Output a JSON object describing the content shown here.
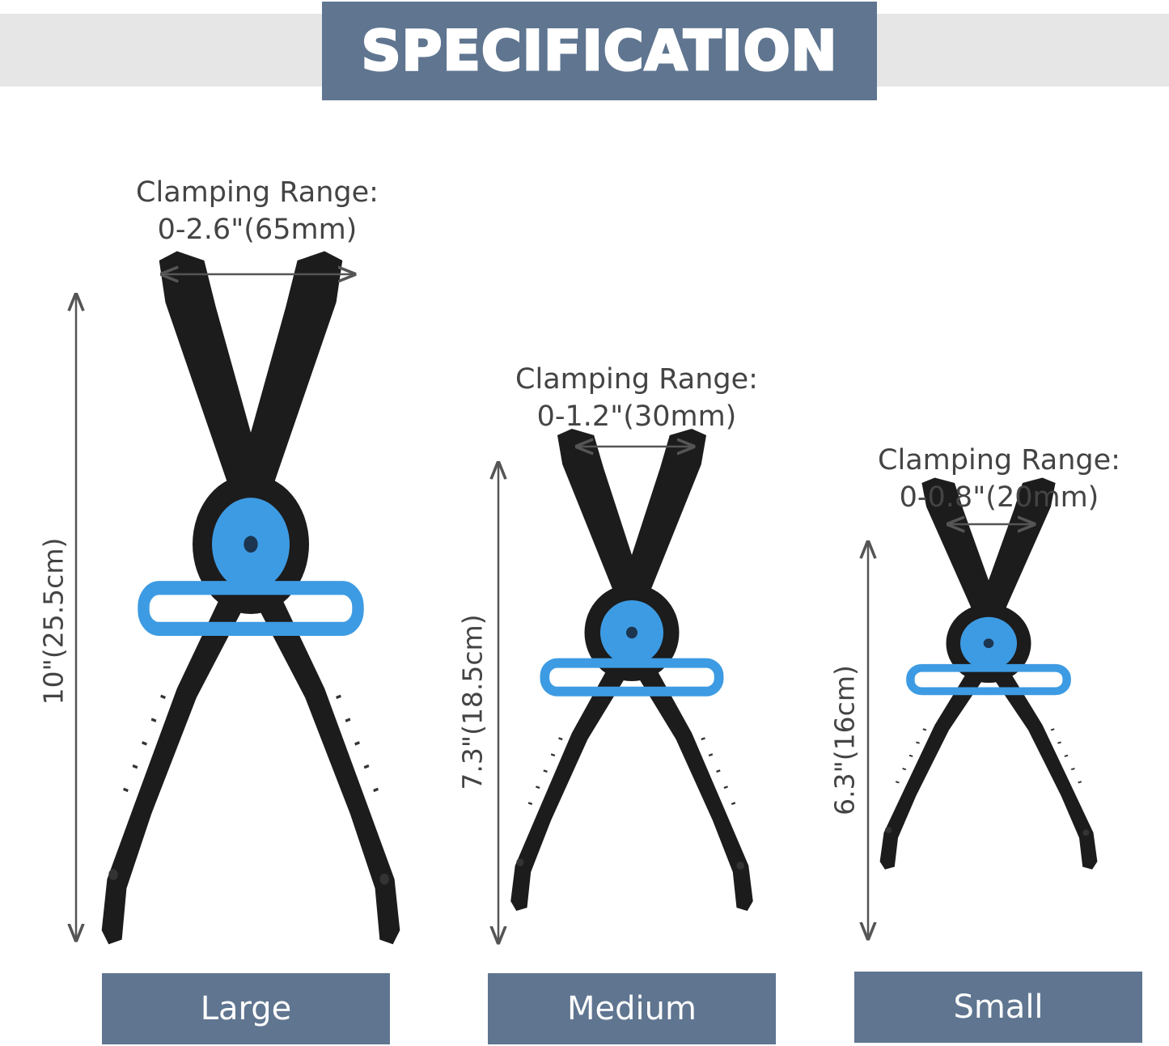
{
  "header": {
    "title": "SPECIFICATION"
  },
  "products": [
    {
      "size": "Large",
      "range_label": "Clamping Range:",
      "range_value": "0-2.6\"(65mm)",
      "length": "10\"(25.5cm)"
    },
    {
      "size": "Medium",
      "range_label": "Clamping Range:",
      "range_value": "0-1.2\"(30mm)",
      "length": "7.3\"(18.5cm)"
    },
    {
      "size": "Small",
      "range_label": "Clamping Range:",
      "range_value": "0-0.8\"(20mm)",
      "length": "6.3\"(16cm)"
    }
  ],
  "colors": {
    "accent": "#5f7590",
    "band": "#e6e6e6",
    "tool_body": "#1c1c1c",
    "tool_accent": "#3d9be3"
  }
}
